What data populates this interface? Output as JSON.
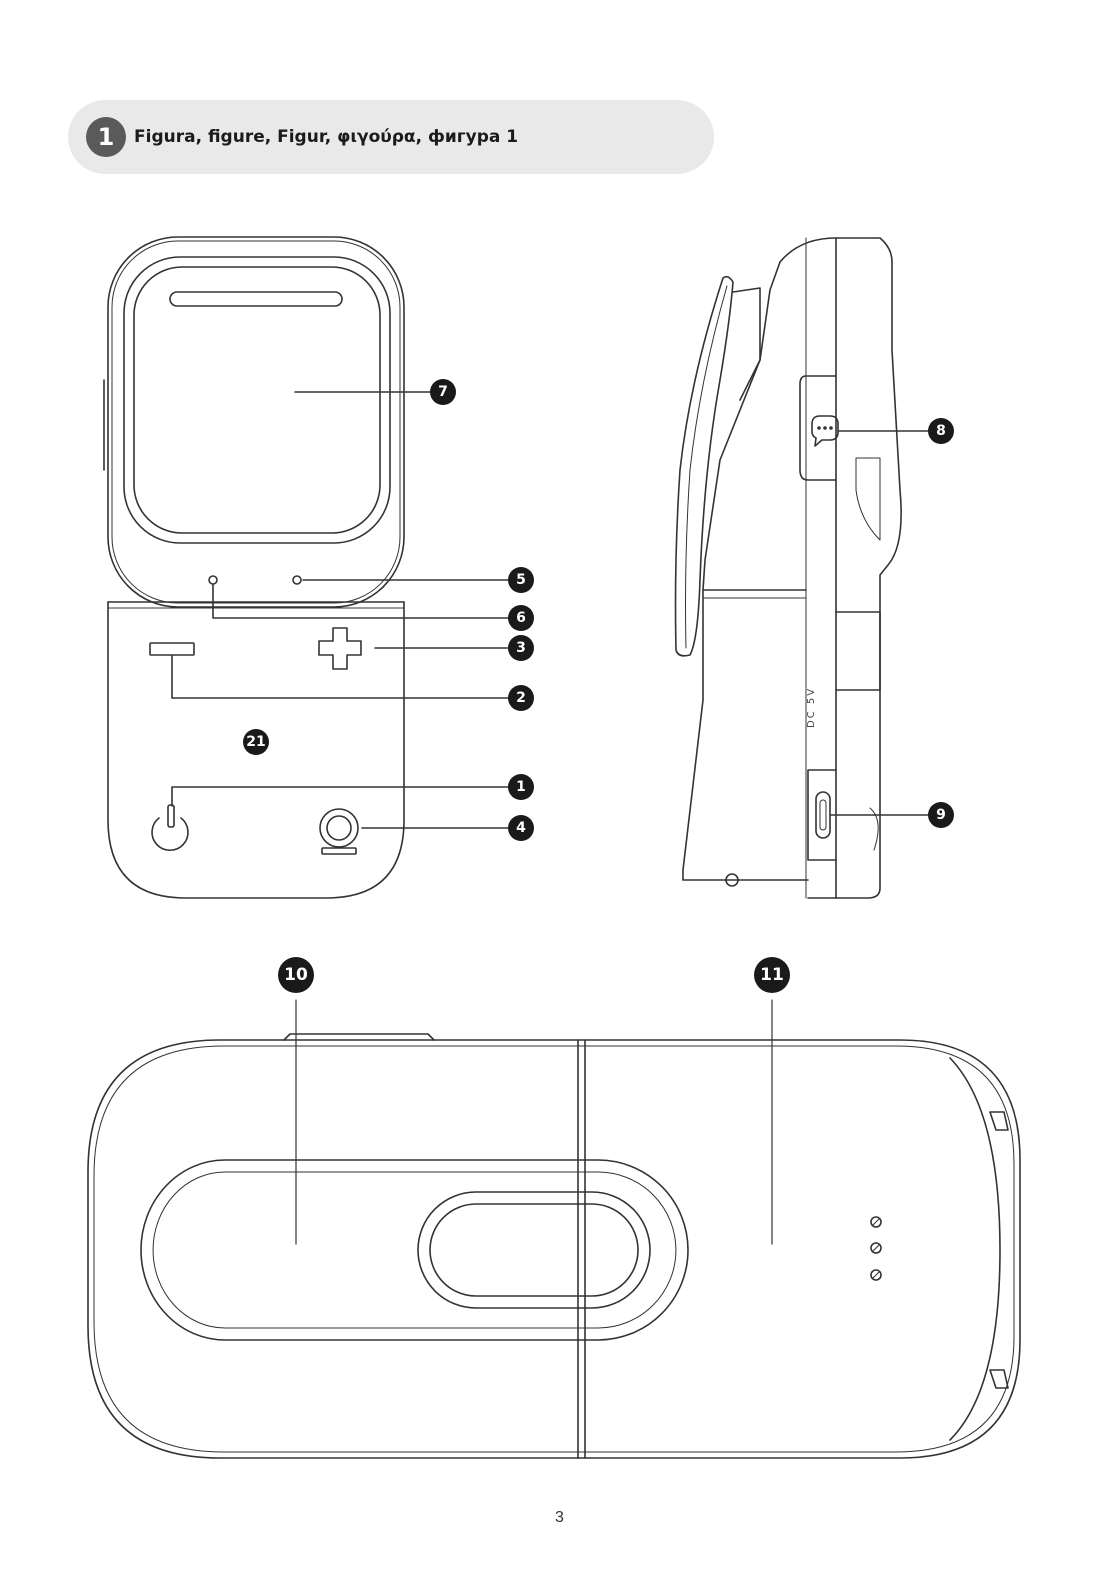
{
  "header": {
    "badge": "1",
    "title": "Figura, figure, Figur, φιγούρα, фигура 1"
  },
  "callouts": {
    "c1": "1",
    "c2": "2",
    "c3": "3",
    "c4": "4",
    "c5": "5",
    "c6": "6",
    "c7": "7",
    "c8": "8",
    "c9": "9",
    "c10": "10",
    "c11": "11",
    "c21": "21"
  },
  "side_port_label": "DC 5V",
  "page_number": "3",
  "icons": [
    "power-icon",
    "camera-icon",
    "minus-icon",
    "plus-icon",
    "chat-bubble-icon",
    "usb-c-port-icon",
    "indicator-light-icon"
  ]
}
